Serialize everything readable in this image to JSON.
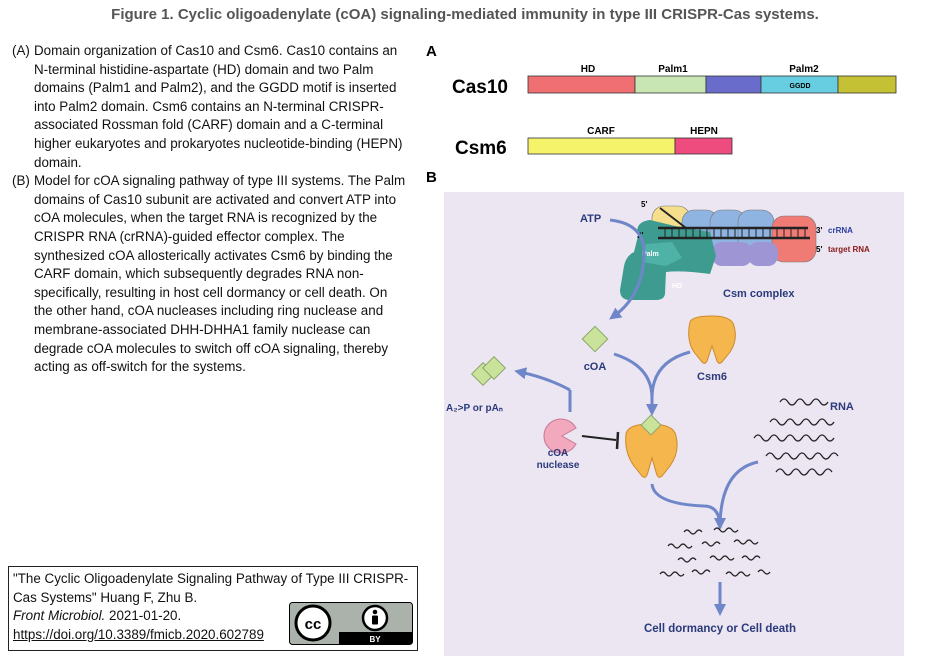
{
  "figure_title": "Figure 1. Cyclic oligoadenylate (cOA) signaling-mediated immunity in type III CRISPR-Cas systems.",
  "legend": [
    {
      "tag": "(A)",
      "text": "Domain organization of Cas10 and Csm6. Cas10 contains an N-terminal histidine-aspartate (HD) domain and two Palm domains (Palm1 and Palm2), and the GGDD motif is inserted into Palm2 domain. Csm6 contains an N-terminal CRISPR-associated Rossman fold (CARF) domain and a C-terminal higher eukaryotes and prokaryotes nucleotide-binding (HEPN) domain."
    },
    {
      "tag": "(B)",
      "text": "Model for cOA signaling pathway of type III systems. The Palm domains of Cas10 subunit are activated and convert ATP into cOA molecules, when the target RNA is recognized by the CRISPR RNA (crRNA)-guided effector complex. The synthesized cOA allosterically activates Csm6 by binding the CARF domain, which subsequently degrades RNA non-specifically, resulting in host cell dormancy or cell death. On the other hand, cOA nucleases including ring nuclease and membrane-associated DHH-DHHA1 family nuclease can degrade cOA molecules to switch off cOA signaling, thereby acting as off-switch for the systems."
    }
  ],
  "citation": {
    "title_line": "\"The Cyclic Oligoadenylate Signaling Pathway of Type III CRISPR-Cas Systems\" Huang F, Zhu B.",
    "journal": "Front Microbiol.",
    "date": " 2021-01-20.",
    "doi": "https://doi.org/10.3389/fmicb.2020.602789",
    "license_icon": "cc-by-icon",
    "license_label": "BY"
  },
  "panel_a": {
    "label": "A",
    "cas10": {
      "name": "Cas10",
      "domains": [
        {
          "label": "HD",
          "color": "#ef6f73"
        },
        {
          "label": "Palm1",
          "color": "#c7e6b3"
        },
        {
          "label": "",
          "color": "#6a6ccc"
        },
        {
          "label": "Palm2",
          "color": "#67cde0",
          "sublabel": "GGDD"
        },
        {
          "label": "",
          "color": "#c4c234"
        }
      ]
    },
    "csm6": {
      "name": "Csm6",
      "domains": [
        {
          "label": "CARF",
          "color": "#f5f36a"
        },
        {
          "label": "HEPN",
          "color": "#ee4b7f"
        }
      ]
    }
  },
  "panel_b": {
    "label": "B",
    "atp": "ATP",
    "csm_complex": "Csm complex",
    "crrna": "crRNA",
    "target_rna": "target RNA",
    "five_prime": "5'",
    "three_prime": "3'",
    "palm": "Palm",
    "hd": "HD",
    "coa": "cOA",
    "csm6": "Csm6",
    "products": "A₂>P or pAₙ",
    "coa_nuclease_line1": "cOA",
    "coa_nuclease_line2": "nuclease",
    "rna": "RNA",
    "outcome": "Cell dormancy or Cell death",
    "colors": {
      "background": "#ebe6f2",
      "arrow": "#6f86c9",
      "coa": "#c9e39a",
      "csm6": "#f6b64e",
      "nuclease": "#f2a9bd",
      "hd_domain": "#3d9c8f"
    }
  }
}
